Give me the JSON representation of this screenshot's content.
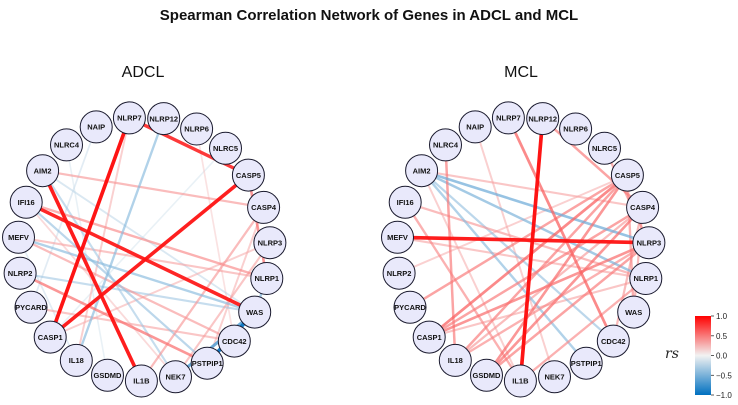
{
  "title": "Spearman Correlation Network of Genes in ADCL and MCL",
  "legend": {
    "title": "rs",
    "ticks": [
      "1.0",
      "0.5",
      "0.0",
      "−0.5",
      "−1.0"
    ],
    "tick_values": [
      1.0,
      0.5,
      0.0,
      -0.5,
      -1.0
    ],
    "colors": {
      "high": "#ff0000",
      "mid": "#f2f2f2",
      "low": "#0070c0"
    }
  },
  "genes": [
    "NLRP12",
    "NLRP6",
    "NLRC5",
    "CASP5",
    "CASP4",
    "NLRP3",
    "NLRP1",
    "WAS",
    "CDC42",
    "PSTPIP1",
    "NEK7",
    "IL1B",
    "GSDMD",
    "IL18",
    "CASP1",
    "PYCARD",
    "NLRP2",
    "MEFV",
    "IFI16",
    "AIM2",
    "NLRC4",
    "NAIP",
    "NLRP7"
  ],
  "panels": [
    {
      "name": "ADCL",
      "edges": [
        {
          "a": "NLRP7",
          "b": "CASP1",
          "r": 0.95
        },
        {
          "a": "CASP5",
          "b": "CASP1",
          "r": 0.92
        },
        {
          "a": "AIM2",
          "b": "IL1B",
          "r": 0.93
        },
        {
          "a": "IFI16",
          "b": "WAS",
          "r": 0.9
        },
        {
          "a": "NLRP7",
          "b": "CASP5",
          "r": 0.85
        },
        {
          "a": "WAS",
          "b": "PSTPIP1",
          "r": -0.95
        },
        {
          "a": "WAS",
          "b": "NEK7",
          "r": -0.7
        },
        {
          "a": "CASP5",
          "b": "NLRP1",
          "r": 0.55
        },
        {
          "a": "AIM2",
          "b": "CASP4",
          "r": 0.4
        },
        {
          "a": "IFI16",
          "b": "NLRP1",
          "r": 0.45
        },
        {
          "a": "MEFV",
          "b": "NLRP1",
          "r": 0.35
        },
        {
          "a": "NLRP2",
          "b": "PSTPIP1",
          "r": 0.55
        },
        {
          "a": "PYCARD",
          "b": "CDC42",
          "r": 0.35
        },
        {
          "a": "MEFV",
          "b": "CDC42",
          "r": 0.4
        },
        {
          "a": "NLRP12",
          "b": "IL18",
          "r": -0.45
        },
        {
          "a": "IFI16",
          "b": "PSTPIP1",
          "r": -0.4
        },
        {
          "a": "AIM2",
          "b": "NEK7",
          "r": -0.35
        },
        {
          "a": "MEFV",
          "b": "WAS",
          "r": -0.45
        },
        {
          "a": "NLRP2",
          "b": "WAS",
          "r": -0.35
        },
        {
          "a": "NLRP7",
          "b": "IL18",
          "r": 0.3
        },
        {
          "a": "CASP4",
          "b": "IL1B",
          "r": 0.4
        },
        {
          "a": "NLRP3",
          "b": "NEK7",
          "r": 0.35
        },
        {
          "a": "NLRP3",
          "b": "CASP1",
          "r": 0.3
        },
        {
          "a": "NAIP",
          "b": "PYCARD",
          "r": -0.2
        },
        {
          "a": "NLRC4",
          "b": "GSDMD",
          "r": -0.15
        },
        {
          "a": "NLRP6",
          "b": "CDC42",
          "r": 0.2
        },
        {
          "a": "NLRC5",
          "b": "CASP1",
          "r": -0.15
        },
        {
          "a": "AIM2",
          "b": "WAS",
          "r": -0.25
        },
        {
          "a": "IFI16",
          "b": "NEK7",
          "r": 0.25
        },
        {
          "a": "NLRP1",
          "b": "WAS",
          "r": -0.5
        },
        {
          "a": "CASP4",
          "b": "PSTPIP1",
          "r": 0.3
        },
        {
          "a": "MEFV",
          "b": "IL18",
          "r": -0.2
        }
      ]
    },
    {
      "name": "MCL",
      "edges": [
        {
          "a": "NLRP12",
          "b": "IL1B",
          "r": 0.95
        },
        {
          "a": "MEFV",
          "b": "NLRP3",
          "r": 0.93
        },
        {
          "a": "AIM2",
          "b": "NLRP3",
          "r": -0.55
        },
        {
          "a": "AIM2",
          "b": "NLRP1",
          "r": -0.5
        },
        {
          "a": "AIM2",
          "b": "CDC42",
          "r": -0.4
        },
        {
          "a": "AIM2",
          "b": "PSTPIP1",
          "r": -0.45
        },
        {
          "a": "AIM2",
          "b": "CASP4",
          "r": 0.35
        },
        {
          "a": "NLRP7",
          "b": "CDC42",
          "r": 0.6
        },
        {
          "a": "NLRP12",
          "b": "CASP4",
          "r": 0.5
        },
        {
          "a": "CASP5",
          "b": "CASP1",
          "r": 0.6
        },
        {
          "a": "CASP5",
          "b": "GSDMD",
          "r": 0.55
        },
        {
          "a": "CASP5",
          "b": "IL18",
          "r": 0.5
        },
        {
          "a": "CASP4",
          "b": "GSDMD",
          "r": 0.55
        },
        {
          "a": "CASP4",
          "b": "CASP1",
          "r": 0.5
        },
        {
          "a": "NLRP3",
          "b": "CASP1",
          "r": 0.55
        },
        {
          "a": "NLRP3",
          "b": "IL18",
          "r": 0.45
        },
        {
          "a": "NLRP1",
          "b": "IL1B",
          "r": 0.45
        },
        {
          "a": "IFI16",
          "b": "NLRP1",
          "r": 0.4
        },
        {
          "a": "IFI16",
          "b": "IL1B",
          "r": 0.45
        },
        {
          "a": "NLRC4",
          "b": "IL18",
          "r": 0.5
        },
        {
          "a": "MEFV",
          "b": "NLRP1",
          "r": 0.35
        },
        {
          "a": "PYCARD",
          "b": "CASP5",
          "r": 0.5
        },
        {
          "a": "IL18",
          "b": "CASP4",
          "r": 0.4
        },
        {
          "a": "NAIP",
          "b": "NEK7",
          "r": 0.3
        },
        {
          "a": "CASP5",
          "b": "WAS",
          "r": 0.45
        },
        {
          "a": "CASP4",
          "b": "WAS",
          "r": 0.4
        },
        {
          "a": "NLRP3",
          "b": "GSDMD",
          "r": 0.5
        },
        {
          "a": "NLRC5",
          "b": "NLRP3",
          "r": 0.45
        },
        {
          "a": "NLRP1",
          "b": "CASP1",
          "r": 0.35
        },
        {
          "a": "CASP4",
          "b": "CDC42",
          "r": 0.4
        },
        {
          "a": "AIM2",
          "b": "IL1B",
          "r": 0.3
        },
        {
          "a": "NLRP2",
          "b": "CASP5",
          "r": 0.3
        }
      ]
    }
  ]
}
